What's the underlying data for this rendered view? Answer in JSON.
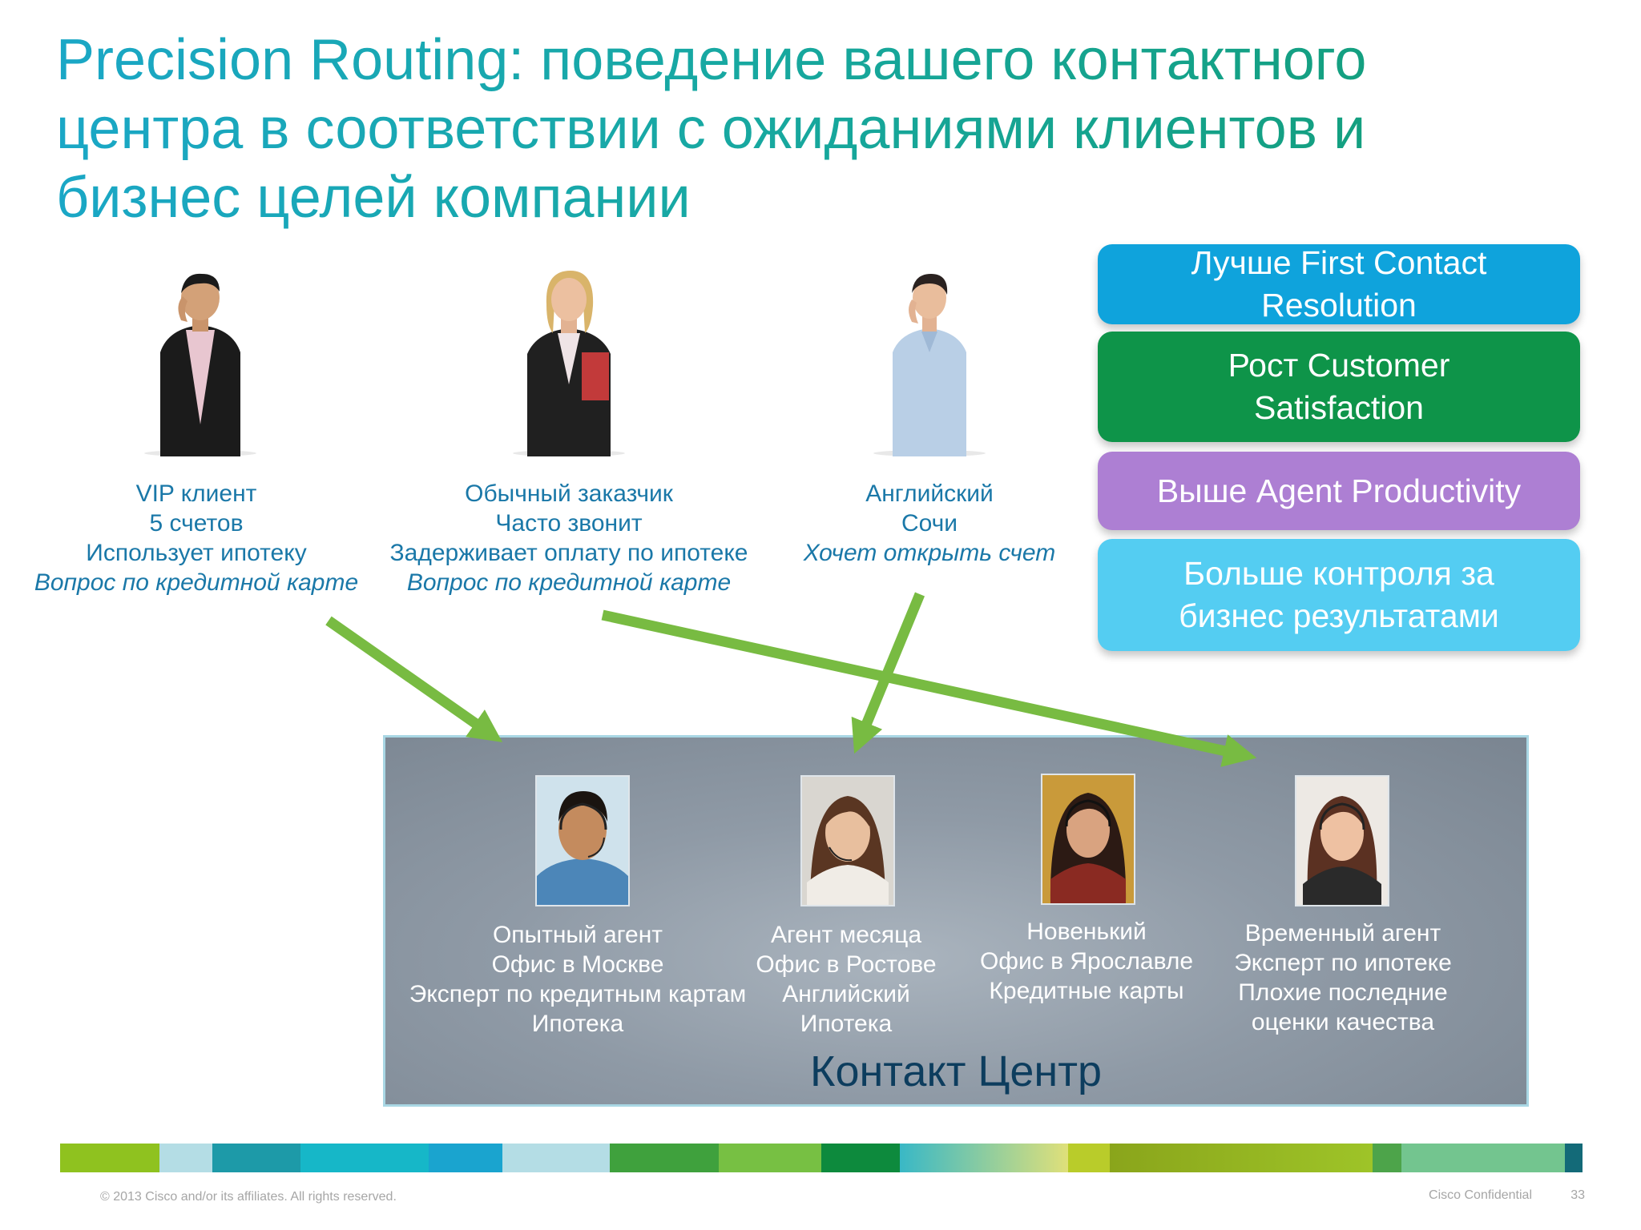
{
  "title": {
    "lines": [
      "Precision Routing: поведение вашего контактного",
      "центра в соответствии с ожиданиями клиентов и",
      "бизнес целей компании"
    ]
  },
  "customers": [
    {
      "lines": [
        "VIP клиент",
        "5 счетов",
        "Использует ипотеку"
      ],
      "italic": "Вопрос по кредитной карте"
    },
    {
      "lines": [
        "Обычный заказчик",
        "Часто звонит",
        "Задерживает оплату по ипотеке"
      ],
      "italic": "Вопрос по кредитной карте"
    },
    {
      "lines": [
        "Английский",
        "Сочи"
      ],
      "italic": "Хочет открыть счет"
    }
  ],
  "goals": [
    {
      "lines": [
        "Лучше First Contact",
        "Resolution"
      ],
      "color": "#0fa3dc"
    },
    {
      "lines": [
        "Рост Customer",
        "Satisfaction"
      ],
      "color": "#0e9449"
    },
    {
      "lines": [
        "Выше Agent Productivity"
      ],
      "color": "#ad7fd3"
    },
    {
      "lines": [
        "Больше контроля за",
        "бизнес результатами"
      ],
      "color": "#54cdf2"
    }
  ],
  "contact_center": {
    "label": "Контакт Центр",
    "agents": [
      {
        "lines": [
          "Опытный агент",
          "Офис в Москве",
          "Эксперт по кредитным картам",
          "Ипотека"
        ]
      },
      {
        "lines": [
          "Агент месяца",
          "Офис в Ростове",
          "Английский",
          "Ипотека"
        ]
      },
      {
        "lines": [
          "Новенький",
          "Офис в Ярославле",
          "Кредитные карты"
        ]
      },
      {
        "lines": [
          "Временный агент",
          "Эксперт по ипотеке",
          "Плохие последние",
          "оценки качества"
        ]
      }
    ]
  },
  "arrow_color": "#78bb42",
  "colorbar": [
    "#8fc21f",
    "#b4dde5",
    "#1d9aa8",
    "#16b7c8",
    "#1aa4cf",
    "#b4dde5",
    "#3fa13d",
    "#77c043",
    "#0d8a3d",
    "#39b8c6",
    "#b9cc2a",
    "#8aa51b",
    "#4da44a",
    "#73c58f",
    "#136a78"
  ],
  "footer": {
    "copyright": "© 2013 Cisco and/or its affiliates. All rights reserved.",
    "confidential": "Cisco Confidential",
    "page": "33"
  }
}
